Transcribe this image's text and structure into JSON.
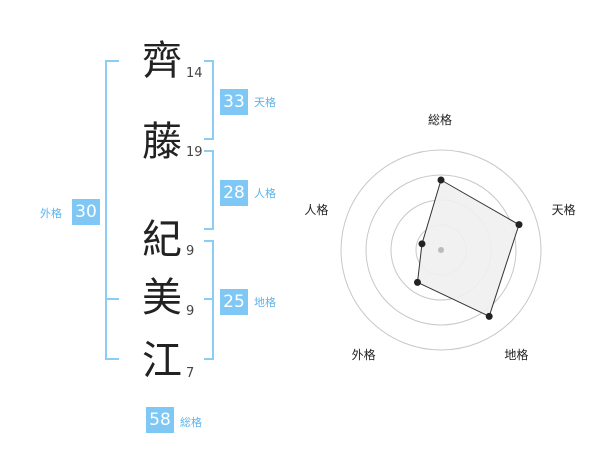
{
  "name": {
    "chars": [
      {
        "char": "齊",
        "strokes": "14"
      },
      {
        "char": "藤",
        "strokes": "19"
      },
      {
        "char": "紀",
        "strokes": "9"
      },
      {
        "char": "美",
        "strokes": "9"
      },
      {
        "char": "江",
        "strokes": "7"
      }
    ]
  },
  "fortunes": {
    "tenkaku": {
      "value": "33",
      "label": "天格"
    },
    "jinkaku": {
      "value": "28",
      "label": "人格"
    },
    "chikaku": {
      "value": "25",
      "label": "地格"
    },
    "gaikaku": {
      "value": "30",
      "label": "外格"
    },
    "soukaku": {
      "value": "58",
      "label": "総格"
    }
  },
  "chart_data": {
    "type": "radar",
    "axes": [
      "総格",
      "天格",
      "地格",
      "外格",
      "人格"
    ],
    "values": [
      0.7,
      0.82,
      0.82,
      0.4,
      0.2
    ],
    "range": [
      0,
      1
    ],
    "rings": 4,
    "colors": {
      "fill": "#f0f0f0",
      "stroke": "#333333",
      "rings": "#c8c8c8",
      "point": "#222222",
      "center": "#bbbbbb"
    }
  }
}
